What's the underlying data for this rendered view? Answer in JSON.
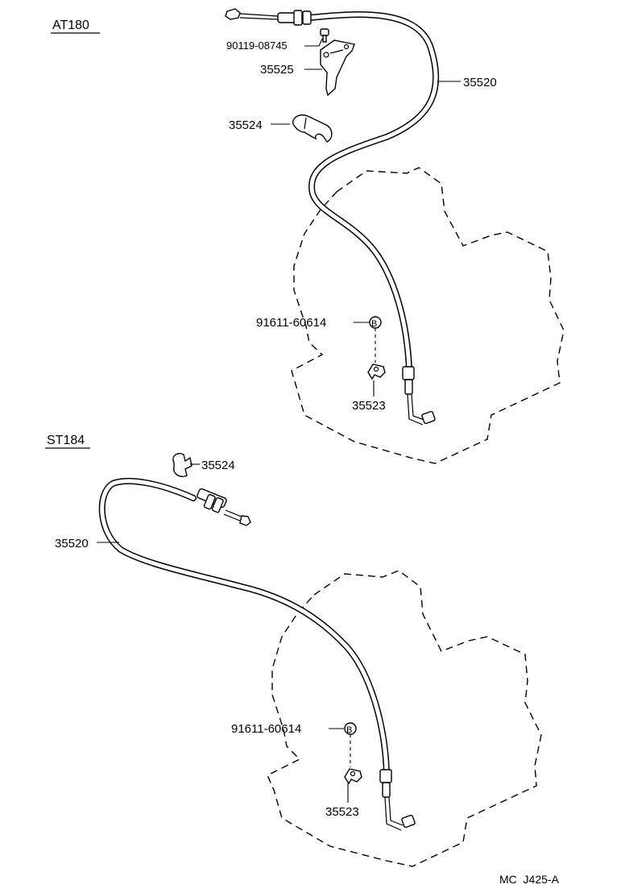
{
  "sections": {
    "at180": {
      "title": "AT180",
      "labels": {
        "p90119": "90119-08745",
        "p35525": "35525",
        "p35520": "35520",
        "p35524": "35524",
        "p91611": "91611-60614",
        "p35523": "35523",
        "marker": "B"
      }
    },
    "st184": {
      "title": "ST184",
      "labels": {
        "p35524": "35524",
        "p35520": "35520",
        "p91611": "91611-60614",
        "p35523": "35523",
        "marker": "B"
      }
    }
  },
  "footer": {
    "code": "MC  J425-A"
  }
}
